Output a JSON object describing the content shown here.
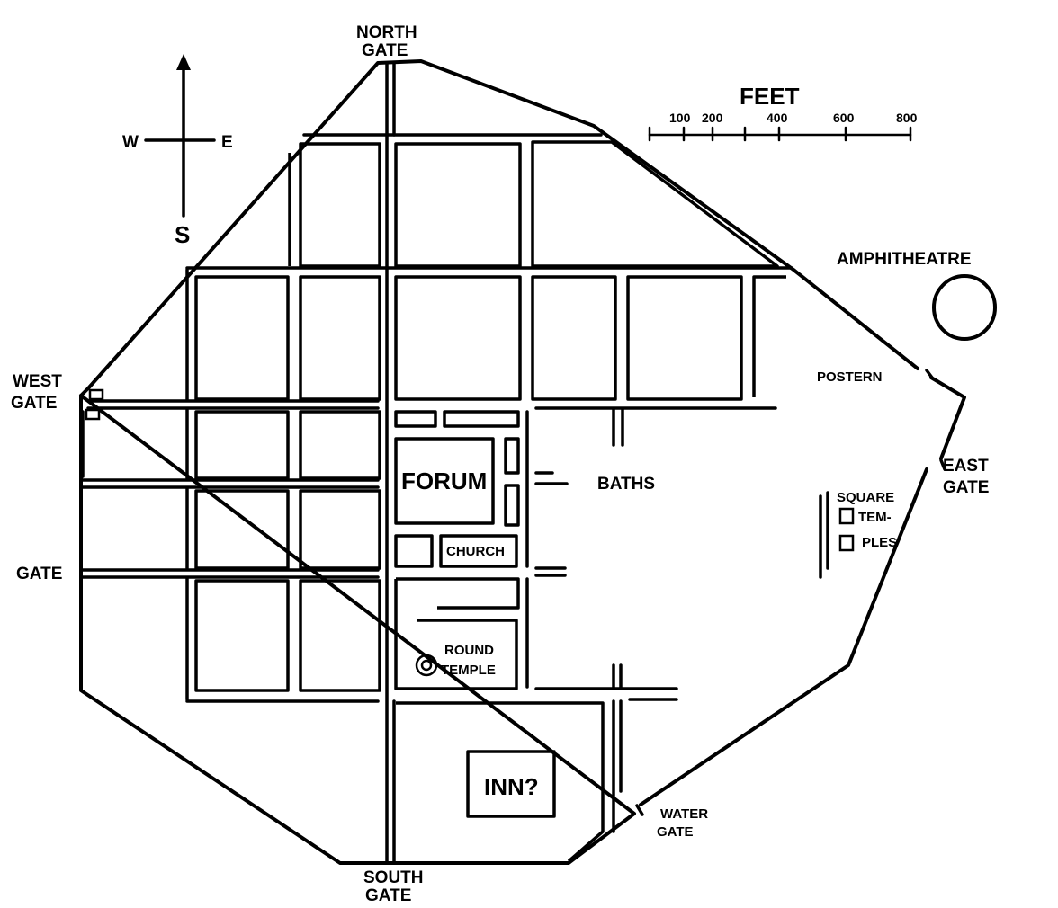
{
  "compass": {
    "north": "",
    "west": "W",
    "east": "E",
    "south": "S"
  },
  "scale": {
    "title": "FEET",
    "ticks": [
      "100",
      "200",
      "400",
      "600",
      "800"
    ]
  },
  "labels": {
    "north_gate": [
      "NORTH",
      "GATE"
    ],
    "west_gate": [
      "WEST",
      "GATE"
    ],
    "gate": "GATE",
    "south_gate": [
      "SOUTH",
      "GATE"
    ],
    "water_gate": [
      "WATER",
      "GATE"
    ],
    "east_gate": [
      "EAST",
      "GATE"
    ],
    "postern": "POSTERN",
    "amphitheatre": "AMPHITHEATRE",
    "square_temples": [
      "SQUARE",
      "TEM-",
      "PLES"
    ],
    "forum": "FORUM",
    "baths": "BATHS",
    "church": "CHURCH",
    "round_temple": [
      "ROUND",
      "TEMPLE"
    ],
    "inn": "INN?"
  }
}
